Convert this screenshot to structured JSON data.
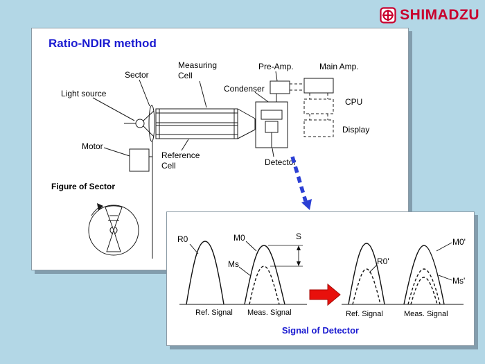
{
  "brand": {
    "name": "SHIMADZU"
  },
  "main_panel": {
    "title": "Ratio-NDIR method",
    "labels": {
      "sector": "Sector",
      "measuring_cell": "Measuring\nCell",
      "pre_amp": "Pre-Amp.",
      "main_amp": "Main Amp.",
      "condenser": "Condenser",
      "cpu": "CPU",
      "display": "Display",
      "light_source": "Light source",
      "motor": "Motor",
      "reference_cell": "Reference\nCell",
      "detector": "Detector",
      "figure_of_sector": "Figure of Sector"
    }
  },
  "signal_panel": {
    "caption": "Signal of Detector",
    "left_plot": {
      "curve_r0": "R0",
      "curve_m0": "M0",
      "curve_ms": "Ms",
      "delta": "S",
      "x_ref": "Ref. Signal",
      "x_meas": "Meas. Signal"
    },
    "right_plot": {
      "curve_r0p": "R0'",
      "curve_m0p": "M0'",
      "curve_msp": "Ms'",
      "x_ref": "Ref. Signal",
      "x_meas": "Meas. Signal"
    }
  },
  "colors": {
    "background": "#b3d7e6",
    "title_blue": "#1b1bd1",
    "brand_red": "#c8002d",
    "arrow_blue": "#2b3fd4",
    "arrow_red": "#e8100c"
  }
}
